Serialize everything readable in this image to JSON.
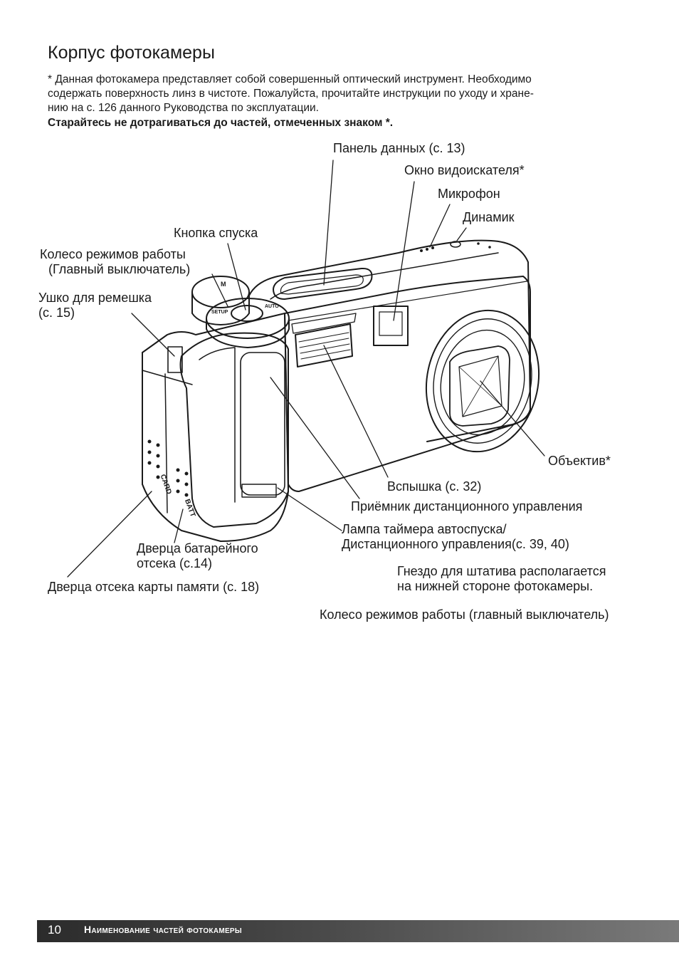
{
  "page": {
    "title": "Корпус фотокамеры",
    "intro_lines": [
      "* Данная фотокамера представляет собой совершенный оптический инструмент. Необходимо",
      "содержать поверхность линз в чистоте. Пожалуйста, прочитайте инструкции по уходу и хране-",
      "нию на с. 126 данного Руководства по эксплуатации."
    ],
    "warning": "Старайтесь не дотрагиваться до частей, отмеченных знаком *."
  },
  "labels": {
    "data_panel": "Панель данных (с. 13)",
    "viewfinder_window": "Окно видоискателя*",
    "microphone": "Микрофон",
    "speaker": "Динамик",
    "shutter_button": "Кнопка спуска",
    "mode_dial_line1": "Колесо режимов работы",
    "mode_dial_line2": "(Главный выключатель)",
    "strap_eyelet_line1": "Ушко для ремешка",
    "strap_eyelet_line2": "(с. 15)",
    "lens": "Объектив*",
    "flash": "Вспышка (с. 32)",
    "remote_receiver": "Приёмник дистанционного управления",
    "self_timer_lamp_line1": "Лампа таймера автоспуска/",
    "self_timer_lamp_line2": "Дистанционного управления(с. 39, 40)",
    "battery_door_line1": "Дверца батарейного",
    "battery_door_line2": "отсека (с.14)",
    "card_door": "Дверца отсека карты памяти (с. 18)",
    "tripod_note_line1": "Гнездо для штатива располагается",
    "tripod_note_line2": "на нижней стороне фотокамеры.",
    "mode_dial_bottom": "Колесо режимов работы (главный выключатель)"
  },
  "camera_markings": {
    "card": "CARD",
    "batt": "BATT",
    "setup": "SETUP",
    "auto": "AUTO",
    "dial_m": "M"
  },
  "footer": {
    "page_number": "10",
    "section": "Наименование частей фотокамеры"
  }
}
